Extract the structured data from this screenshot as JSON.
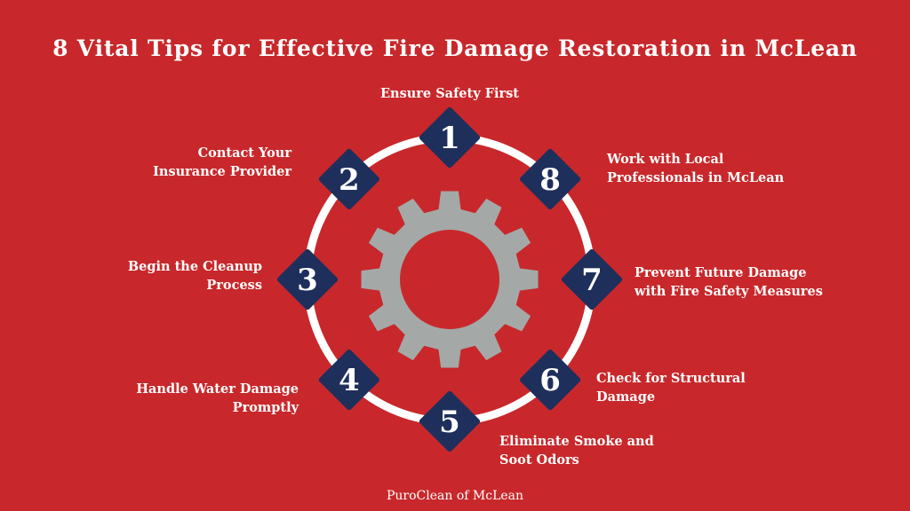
{
  "title": "8 Vital Tips for Effective Fire Damage Restoration in McLean",
  "footer": "PuroClean of McLean",
  "colors": {
    "background": "#c8282b",
    "ring": "#ffffff",
    "badge": "#1f2f5c",
    "gear": "#a4a9a8",
    "text": "#ffffff"
  },
  "gear_icon": "gear-icon",
  "tips": [
    {
      "number": "1",
      "lines": [
        "Ensure Safety First"
      ]
    },
    {
      "number": "2",
      "lines": [
        "Contact Your",
        "Insurance Provider"
      ]
    },
    {
      "number": "3",
      "lines": [
        "Begin the Cleanup",
        "Process"
      ]
    },
    {
      "number": "4",
      "lines": [
        "Handle Water Damage",
        "Promptly"
      ]
    },
    {
      "number": "5",
      "lines": [
        "Eliminate Smoke and",
        "Soot Odors"
      ]
    },
    {
      "number": "6",
      "lines": [
        "Check for Structural",
        "Damage"
      ]
    },
    {
      "number": "7",
      "lines": [
        "Prevent Future Damage",
        "with Fire Safety Measures"
      ]
    },
    {
      "number": "8",
      "lines": [
        "Work with Local",
        "Professionals in McLean"
      ]
    }
  ]
}
